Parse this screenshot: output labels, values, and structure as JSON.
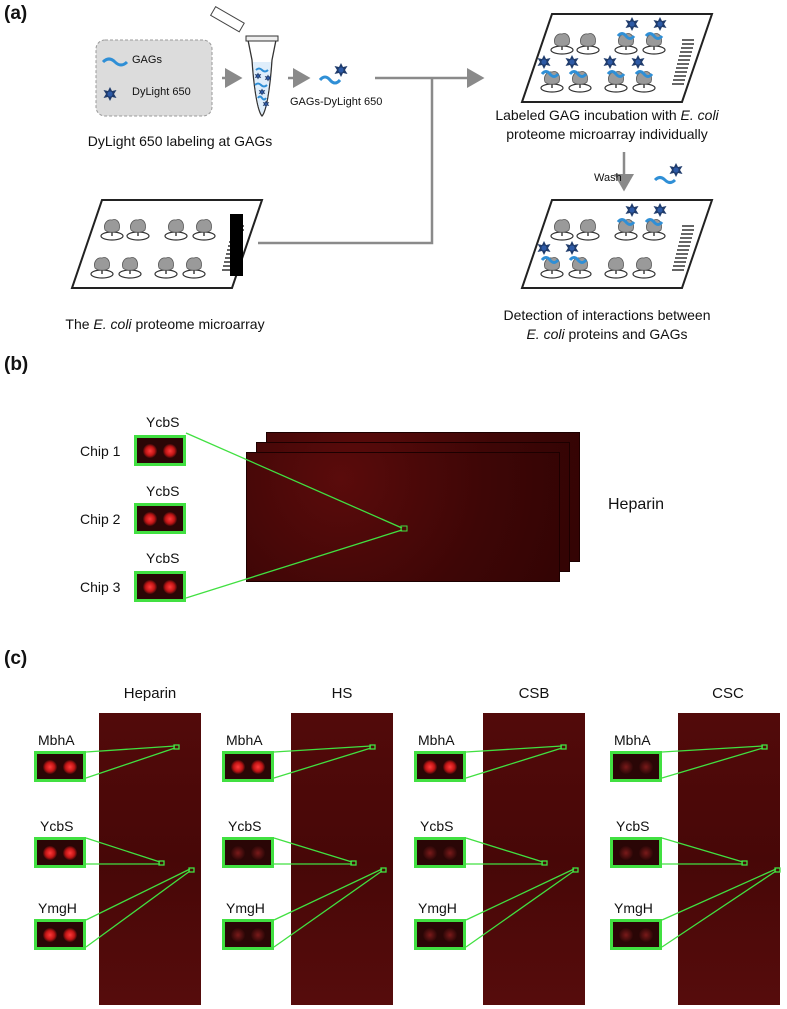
{
  "panels": {
    "a": "(a)",
    "b": "(b)",
    "c": "(c)"
  },
  "panel_a": {
    "legend_gags": "GAGs",
    "legend_dylight": "DyLight 650",
    "caption_labeling": "DyLight 650 labeling at GAGs",
    "product_label": "GAGs-DyLight 650",
    "caption_incubation_1": "Labeled GAG incubation with",
    "caption_incubation_italic": "E. coli",
    "caption_incubation_2": "proteome microarray individually",
    "wash_label": "Wash",
    "caption_detection_1": "Detection of interactions between",
    "caption_detection_italic": "E. coli",
    "caption_detection_2": "proteins and GAGs",
    "caption_array_1": "The",
    "caption_array_italic": "E. coli",
    "caption_array_2": "proteome microarray"
  },
  "panel_b": {
    "rows": [
      {
        "chip": "Chip 1",
        "protein": "YcbS"
      },
      {
        "chip": "Chip 2",
        "protein": "YcbS"
      },
      {
        "chip": "Chip 3",
        "protein": "YcbS"
      }
    ],
    "gag_label": "Heparin"
  },
  "panel_c": {
    "columns": [
      "Heparin",
      "HS",
      "CSB",
      "CSC"
    ],
    "proteins": [
      "MbhA",
      "YcbS",
      "YmgH"
    ]
  },
  "colors": {
    "highlight_green": "#41e041",
    "arrow_grey": "#8a8a8a",
    "label_blue": "#2f8fd6",
    "dye_navy": "#1f3b6b",
    "array_dark_red": "#420707"
  }
}
